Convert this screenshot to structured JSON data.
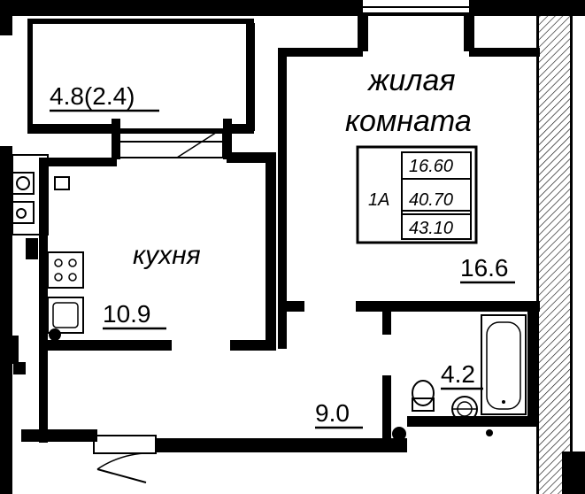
{
  "rooms": {
    "balcony": {
      "area": "4.8(2.4)"
    },
    "living": {
      "name_line1": "жилая",
      "name_line2": "комната",
      "area": "16.6"
    },
    "kitchen": {
      "name": "кухня",
      "area": "10.9"
    },
    "hall": {
      "area": "9.0"
    },
    "bathroom": {
      "area": "4.2"
    }
  },
  "apartment_table": {
    "type": "1А",
    "living_area": "16.60",
    "total_area": "40.70",
    "total_with_balcony": "43.10"
  },
  "colors": {
    "wall": "#000000",
    "background": "#ffffff"
  }
}
